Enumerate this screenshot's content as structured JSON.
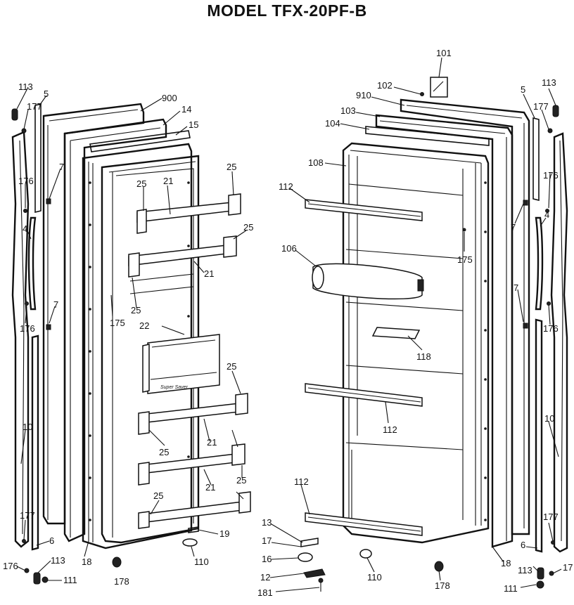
{
  "title": "MODEL TFX-20PF-B",
  "labels": {
    "l113a": "113",
    "l5a": "5",
    "l177a": "177",
    "l900": "900",
    "l14": "14",
    "l15": "15",
    "l7a": "7",
    "l176a": "176",
    "l4a": "4",
    "l7b": "7",
    "l176b": "176",
    "l10a": "10",
    "l177b": "177",
    "l6a": "6",
    "l113b": "113",
    "l176c": "176",
    "l111a": "111",
    "l18a": "18",
    "l178a": "178",
    "l110a": "110",
    "l19": "19",
    "l175a": "175",
    "l22": "22",
    "l25a": "25",
    "l21a": "21",
    "l25b": "25",
    "l25c": "25",
    "l21b": "21",
    "l25d": "25",
    "l25e": "25",
    "l25f": "25",
    "l21c": "21",
    "l25g": "25",
    "l21d": "21",
    "l25h": "25",
    "l101": "101",
    "l102": "102",
    "l910": "910",
    "l103": "103",
    "l104": "104",
    "l108": "108",
    "l112a": "112",
    "l106": "106",
    "l175b": "175",
    "l118": "118",
    "l112b": "112",
    "l112c": "112",
    "l13": "13",
    "l17a": "17",
    "l16": "16",
    "l12": "12",
    "l181": "181",
    "l110b": "110",
    "l178b": "178",
    "l18b": "18",
    "l113c": "113",
    "l5b": "5",
    "l177c": "177",
    "l176d": "176",
    "l4b": "4",
    "l7c": "7",
    "l7d": "7",
    "l176e": "176",
    "l10b": "10",
    "l177d": "177",
    "l6b": "6",
    "l113d": "113",
    "l17b": "17",
    "l111b": "111"
  }
}
